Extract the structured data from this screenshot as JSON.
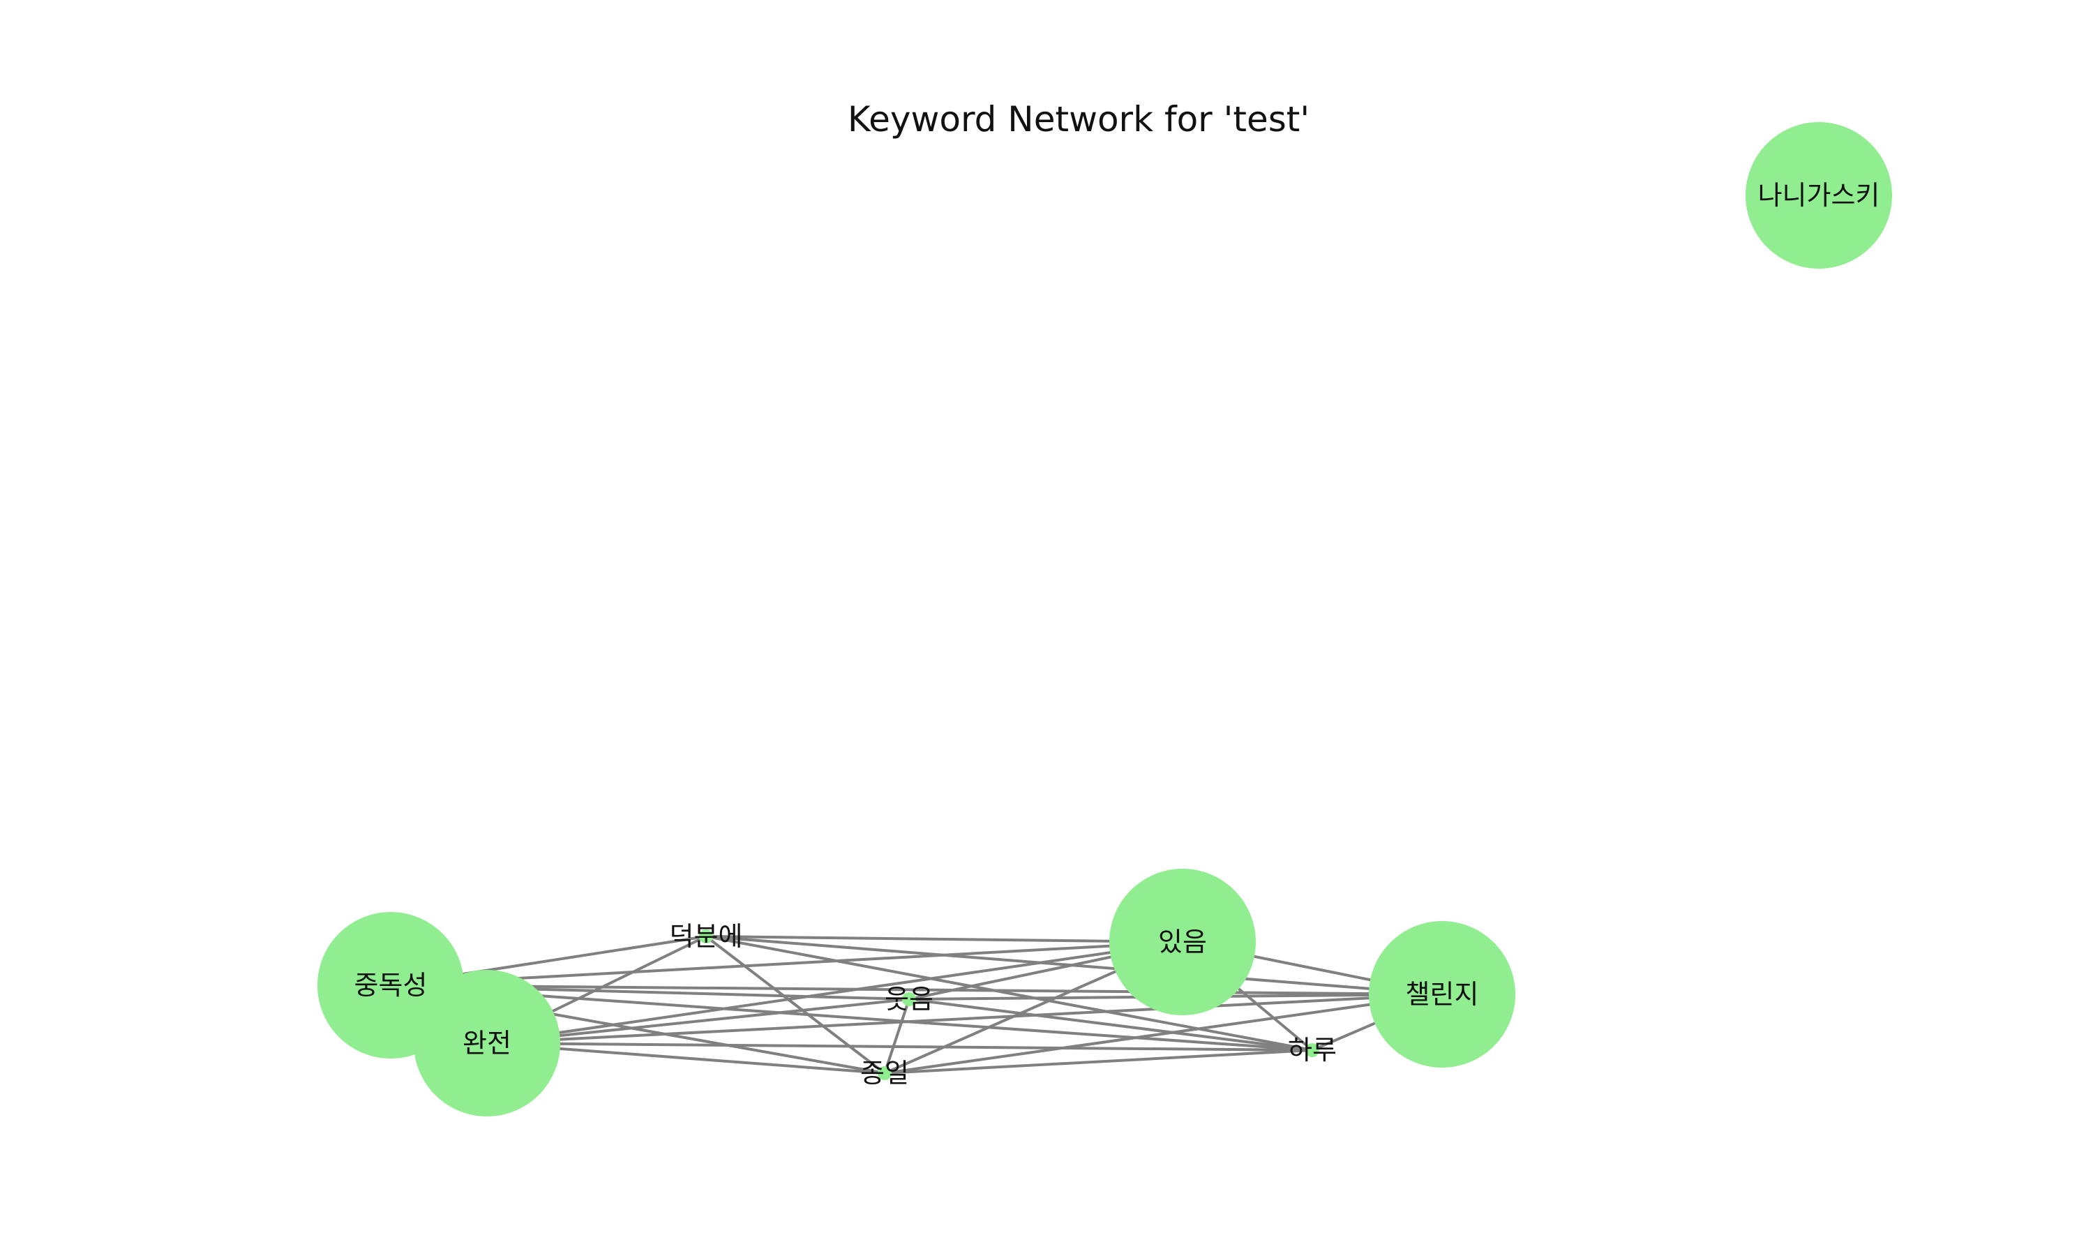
{
  "title": "Keyword Network for 'test'",
  "colors": {
    "node": "#90ee90",
    "edge": "#808080",
    "text": "#111111",
    "background": "#ffffff"
  },
  "nodes": [
    {
      "id": "n1",
      "label": "나니가스키",
      "size": "large"
    },
    {
      "id": "n2",
      "label": "덕분에",
      "size": "small"
    },
    {
      "id": "n3",
      "label": "있음",
      "size": "large"
    },
    {
      "id": "n4",
      "label": "중독성",
      "size": "large"
    },
    {
      "id": "n5",
      "label": "챌린지",
      "size": "large"
    },
    {
      "id": "n6",
      "label": "웃음",
      "size": "small"
    },
    {
      "id": "n7",
      "label": "완전",
      "size": "large"
    },
    {
      "id": "n8",
      "label": "하루",
      "size": "small"
    },
    {
      "id": "n9",
      "label": "종일",
      "size": "small"
    }
  ],
  "edges": [
    [
      "n2",
      "n3"
    ],
    [
      "n2",
      "n4"
    ],
    [
      "n2",
      "n5"
    ],
    [
      "n2",
      "n7"
    ],
    [
      "n2",
      "n8"
    ],
    [
      "n2",
      "n9"
    ],
    [
      "n3",
      "n4"
    ],
    [
      "n3",
      "n5"
    ],
    [
      "n3",
      "n6"
    ],
    [
      "n3",
      "n7"
    ],
    [
      "n3",
      "n8"
    ],
    [
      "n3",
      "n9"
    ],
    [
      "n4",
      "n5"
    ],
    [
      "n4",
      "n6"
    ],
    [
      "n4",
      "n7"
    ],
    [
      "n4",
      "n8"
    ],
    [
      "n4",
      "n9"
    ],
    [
      "n5",
      "n6"
    ],
    [
      "n5",
      "n7"
    ],
    [
      "n5",
      "n8"
    ],
    [
      "n5",
      "n9"
    ],
    [
      "n6",
      "n7"
    ],
    [
      "n6",
      "n8"
    ],
    [
      "n6",
      "n9"
    ],
    [
      "n7",
      "n8"
    ],
    [
      "n7",
      "n9"
    ],
    [
      "n8",
      "n9"
    ]
  ]
}
